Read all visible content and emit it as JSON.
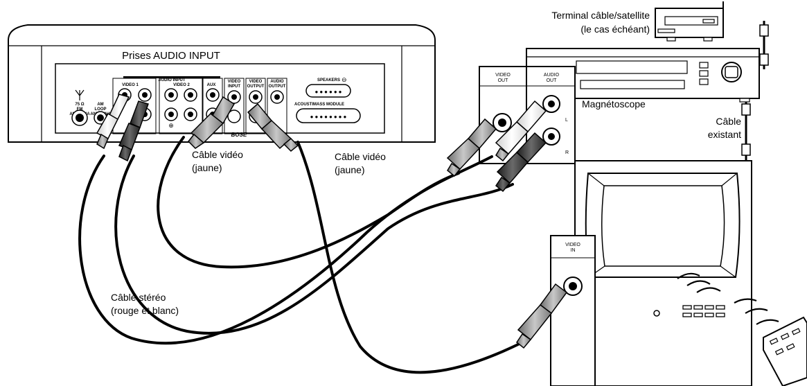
{
  "labels": {
    "audio_input_jacks": "Prises AUDIO INPUT",
    "satellite_line1": "Terminal câble/satellite",
    "satellite_line2": "(le cas échéant)",
    "vcr": "Magnétoscope",
    "existing_cable_line1": "Câble",
    "existing_cable_line2": "existant",
    "video_cable_left_line1": "Câble vidéo",
    "video_cable_left_line2": "(jaune)",
    "video_cable_right_line1": "Câble vidéo",
    "video_cable_right_line2": "(jaune)",
    "stereo_cable_line1": "Câble stéréo",
    "stereo_cable_line2": "(rouge et blanc)"
  },
  "rear_panel": {
    "audio_input": "AUDIO INPUT",
    "video1": "VIDEO 1",
    "video2": "VIDEO 2",
    "aux": "AUX",
    "video_input_l1": "VIDEO",
    "video_input_l2": "INPUT",
    "video_output_l1": "VIDEO",
    "video_output_l2": "OUTPUT",
    "audio_output_l1": "AUDIO",
    "audio_output_l2": "OUTPUT",
    "speakers": "SPEAKERS",
    "acoustimass": "ACOUSTIMASS MODULE",
    "fm_l1": "75 Ω",
    "fm_l2": "FM",
    "fm_l3": "ANTENNA",
    "am_l1": "AM",
    "am_l2": "LOOP",
    "am_l3": "ANTENNA",
    "brand": "BOSE"
  },
  "vcr_panel": {
    "video_out_l1": "VIDEO",
    "video_out_l2": "OUT",
    "audio_out_l1": "AUDIO",
    "audio_out_l2": "OUT",
    "left": "L",
    "right": "R"
  },
  "tv_panel": {
    "video_in_l1": "VIDEO",
    "video_in_l2": "IN"
  },
  "colors": {
    "line": "#000000",
    "plug_gray": "#9a9a9a",
    "plug_white": "#ffffff",
    "plug_dark": "#3a3a3a"
  }
}
